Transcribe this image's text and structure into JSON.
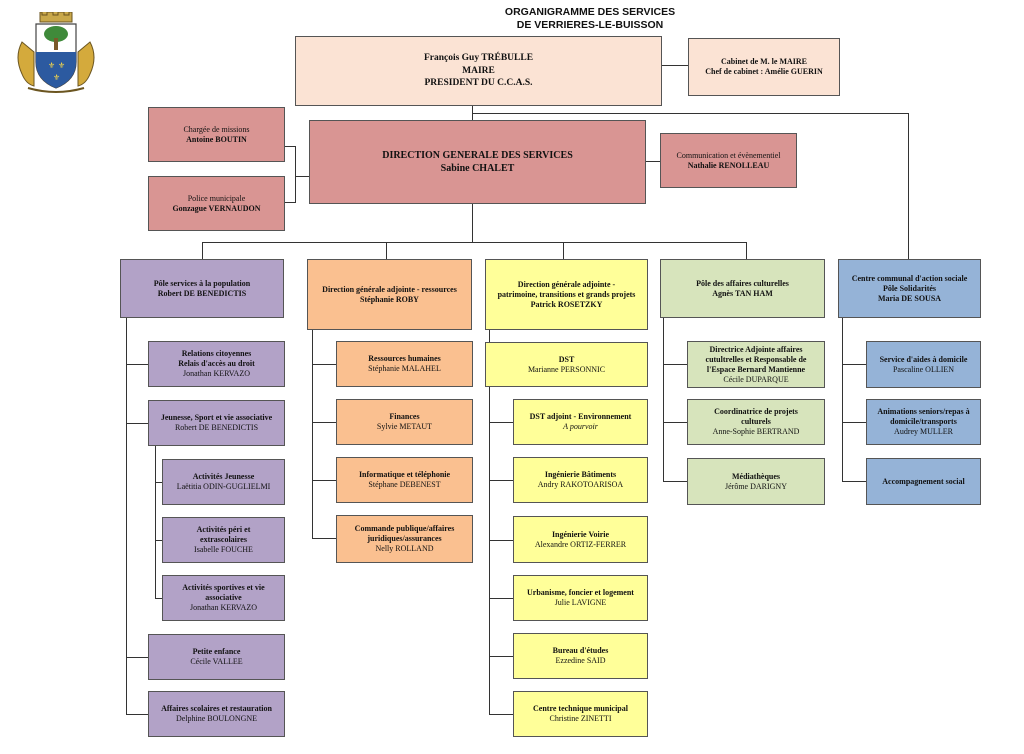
{
  "title": {
    "line1": "ORGANIGRAMME DES SERVICES",
    "line2": "DE VERRIERES-LE-BUISSON"
  },
  "crest_icon": "town-coat-of-arms",
  "mayor": {
    "name": "François Guy TRÉBULLE",
    "role": "MAIRE",
    "role2": "PRESIDENT DU C.C.A.S."
  },
  "cabinet": {
    "title": "Cabinet de M. le MAIRE",
    "line2": "Chef de cabinet : Amélie GUERIN"
  },
  "missions": {
    "title": "Chargée de missions",
    "name": "Antoine BOUTIN"
  },
  "police": {
    "title": "Police municipale",
    "name": "Gonzague VERNAUDON"
  },
  "dgs": {
    "title": "DIRECTION GENERALE DES SERVICES",
    "name": "Sabine CHALET"
  },
  "communication": {
    "title": "Communication et évènementiel",
    "name": "Nathalie RENOLLEAU"
  },
  "poles": {
    "population": {
      "title": "Pôle services à la population",
      "name": "Robert DE BENEDICTIS"
    },
    "ressources": {
      "title": "Direction générale adjointe - ressources",
      "name": "Stéphanie ROBY"
    },
    "patrimoine": {
      "title1": "Direction générale adjointe -",
      "title2": "patrimoine, transitions et grands projets",
      "name": "Patrick ROSETZKY"
    },
    "culture": {
      "title": "Pôle des affaires culturelles",
      "name": "Agnès TAN HAM"
    },
    "ccas": {
      "title1": "Centre communal d'action sociale",
      "title2": "Pôle Solidarités",
      "name": "Maria DE SOUSA"
    }
  },
  "population_items": [
    {
      "t1": "Relations citoyennes",
      "t2": "Relais d'accès au droit",
      "name": "Jonathan KERVAZO"
    },
    {
      "t1": "Jeunesse, Sport et vie associative",
      "t2": "",
      "name": "Robert DE BENEDICTIS"
    },
    {
      "t1": "Petite enfance",
      "t2": "",
      "name": "Cécile VALLEE"
    },
    {
      "t1": "Affaires scolaires et restauration",
      "t2": "",
      "name": "Delphine BOULONGNE"
    }
  ],
  "jeunesse_items": [
    {
      "t1": "Activités Jeunesse",
      "t2": "",
      "name": "Laëtitia ODIN-GUGLIELMI"
    },
    {
      "t1": "Activités péri et",
      "t2": "extrascolaires",
      "name": "Isabelle FOUCHE"
    },
    {
      "t1": "Activités sportives et vie",
      "t2": "associative",
      "name": "Jonathan KERVAZO"
    }
  ],
  "ressources_items": [
    {
      "t1": "Ressources humaines",
      "t2": "",
      "name": "Stéphanie MALAHEL"
    },
    {
      "t1": "Finances",
      "t2": "",
      "name": "Sylvie METAUT"
    },
    {
      "t1": "Informatique et téléphonie",
      "t2": "",
      "name": "Stéphane DEBENEST"
    },
    {
      "t1": "Commande publique/affaires",
      "t2": "juridiques/assurances",
      "name": "Nelly ROLLAND"
    }
  ],
  "dst": {
    "title": "DST",
    "name": "Marianne PERSONNIC"
  },
  "dst_items": [
    {
      "t1": "DST adjoint - Environnement",
      "name": "A pourvoir",
      "italic": true
    },
    {
      "t1": "Ingénierie Bâtiments",
      "name": "Andry RAKOTOARISOA"
    },
    {
      "t1": "Ingénierie Voirie",
      "name": "Alexandre ORTIZ-FERRER"
    },
    {
      "t1": "Urbanisme, foncier et logement",
      "name": "Julie LAVIGNE"
    },
    {
      "t1": "Bureau d'études",
      "name": "Ezzedine SAID"
    },
    {
      "t1": "Centre technique municipal",
      "name": "Christine ZINETTI"
    }
  ],
  "culture_items": [
    {
      "t1": "Directrice Adjointe affaires",
      "t2": "cutultrelles et Responsable de",
      "t3": "l'Espace Bernard Mantienne",
      "name": "Cécile DUPARQUE"
    },
    {
      "t1": "Coordinatrice de projets",
      "t2": "culturels",
      "t3": "",
      "name": "Anne-Sophie BERTRAND"
    },
    {
      "t1": "Médiathèques",
      "t2": "",
      "t3": "",
      "name": "Jérôme DARIGNY"
    }
  ],
  "ccas_items": [
    {
      "t1": "Service d'aides à domicile",
      "t2": "",
      "name": "Pascaline OLLIEN"
    },
    {
      "t1": "Animations seniors/repas à",
      "t2": "domicile/transports",
      "name": "Audrey MULLER"
    },
    {
      "t1": "Accompagnement social",
      "t2": "",
      "name": ""
    }
  ],
  "colors": {
    "mayor": "#fbe3d4",
    "dgs": "#d99593",
    "population": "#b2a2c7",
    "ressources": "#fac090",
    "patrimoine": "#ffff99",
    "culture": "#d7e4bc",
    "ccas": "#95b3d7"
  }
}
